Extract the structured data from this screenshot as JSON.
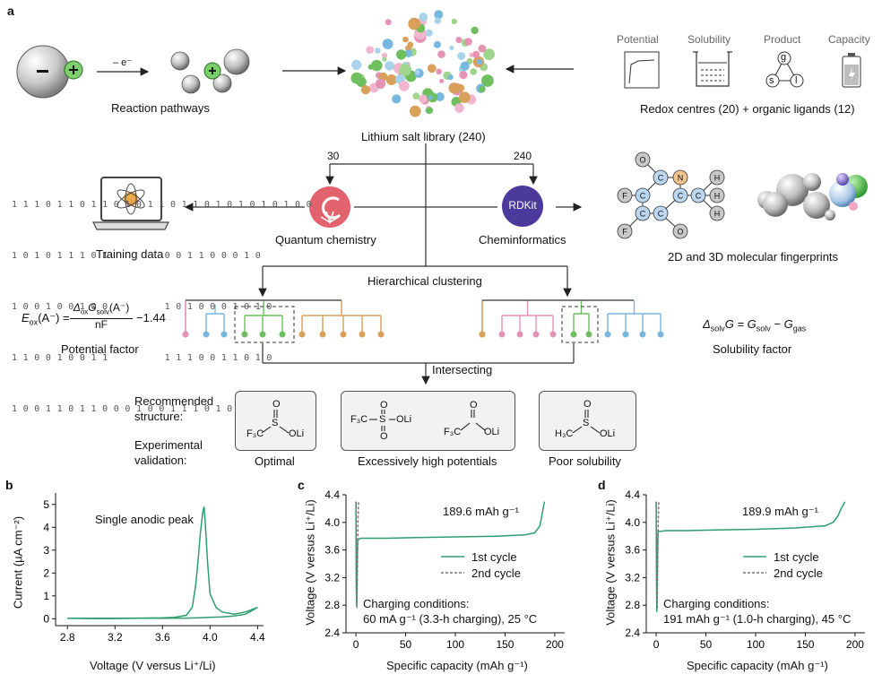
{
  "panel_a": {
    "letter": "a",
    "reaction_pathways": "Reaction pathways",
    "minus_e": "– e⁻",
    "minus_sign": "−",
    "plus_sign": "+",
    "library_label": "Lithium salt library (240)",
    "props": [
      "Potential",
      "Solubility",
      "Product",
      "Capacity"
    ],
    "product_letters": [
      "g",
      "s",
      "l"
    ],
    "redox_label": "Redox centres (20) + organic ligands (12)",
    "n_qc": "30",
    "n_rdkit": "240",
    "rdkit_logo": "RDKit",
    "quantum_chemistry": "Quantum chemistry",
    "cheminformatics": "Cheminformatics",
    "training_data": "Training data",
    "binary_rows": [
      "1 1 1 0 1 1 0 1 1 0 1 0 1 1 0 1 1 0 1 0 1 0 1 0 1 0 0",
      "1 0 1 0 1 1 1 0 1          0 0 1 1 0 0 0 1 0",
      "1 0 0 1 0 0 1 0 0          1 0 1 0 0 0 1 0 1 0",
      "1 1 0 0 1 0 0 1 1          1 1 1 0 0 1 1 0 1 0",
      "1 0 0 1 1 0 1 1 0 0 0 1 0 0 1 1 1 0 1 0 1 0 1 1 1 0"
    ],
    "fingerprint_label": "2D and 3D molecular fingerprints",
    "molecule_atoms": [
      "O",
      "C",
      "N",
      "F",
      "C",
      "C",
      "H",
      "H",
      "C",
      "C",
      "C",
      "H",
      "F",
      "O"
    ],
    "hierarchical_clustering": "Hierarchical clustering",
    "potential_eq": {
      "lhs": "E",
      "lhs_sub": "ox",
      "lhs_arg": "(A⁻) =",
      "num": "Δ",
      "num_sub": "ox",
      "num_g": "G",
      "num_g_sub": "solv",
      "num_arg": "(A⁻)",
      "den": "nF",
      "tail": "−1.44"
    },
    "potential_factor": "Potential factor",
    "solubility_eq": {
      "a": "Δ",
      "a_sub": "solv",
      "b": "G = G",
      "b_sub": "solv",
      "c": " − G",
      "c_sub": "gas"
    },
    "solubility_factor": "Solubility factor",
    "intersecting": "Intersecting",
    "recommended": "Recommended",
    "structure": "structure:",
    "experimental": "Experimental",
    "validation": "validation:",
    "optimal": "Optimal",
    "excessive": "Excessively high potentials",
    "poor": "Poor solubility",
    "struct_texts": {
      "opt_o": "O",
      "opt_s": "S",
      "opt_f3c": "F₃C",
      "opt_oli": "OLi",
      "ex1_o1": "O",
      "ex1_s": "S",
      "ex1_f3c": "F₃C",
      "ex1_oli": "OLi",
      "ex1_o2": "O",
      "ex2_o": "O",
      "ex2_f3c": "F₃C",
      "ex2_oli": "OLi",
      "poor_o": "O",
      "poor_s": "S",
      "poor_h3c": "H₃C",
      "poor_oli": "OLi"
    },
    "colors": {
      "green": "#6fbf5f",
      "pink": "#e493b5",
      "blue": "#76b8de",
      "orange": "#d8a05a",
      "teal": "#2f9e6e"
    }
  },
  "panel_b": {
    "letter": "b",
    "annotation": "Single anodic peak",
    "xlabel": "Voltage (V versus Li⁺/Li)",
    "ylabel": "Current (µA cm⁻²)",
    "xticks": [
      "2.8",
      "3.2",
      "3.6",
      "4.0",
      "4.4"
    ],
    "yticks": [
      "0",
      "1",
      "2",
      "3",
      "4",
      "5"
    ]
  },
  "panel_c": {
    "letter": "c",
    "capacity": "189.6 mAh g⁻¹",
    "cond1": "Charging conditions:",
    "cond2": "60 mA g⁻¹ (3.3-h charging), 25 °C",
    "legend": [
      "1st cycle",
      "2nd cycle"
    ],
    "xlabel": "Specific capacity (mAh g⁻¹)",
    "ylabel": "Voltage (V versus Li⁺/Li)",
    "xticks": [
      "0",
      "50",
      "100",
      "150",
      "200"
    ],
    "yticks": [
      "2.4",
      "2.8",
      "3.2",
      "3.6",
      "4.0",
      "4.4"
    ]
  },
  "panel_d": {
    "letter": "d",
    "capacity": "189.9 mAh g⁻¹",
    "cond1": "Charging conditions:",
    "cond2": "191 mAh g⁻¹ (1.0-h charging), 45 °C",
    "legend": [
      "1st cycle",
      "2nd cycle"
    ],
    "xlabel": "Specific capacity (mAh g⁻¹)",
    "ylabel": "Voltage (V versus Li⁺/Li)",
    "xticks": [
      "0",
      "50",
      "100",
      "150",
      "200"
    ],
    "yticks": [
      "2.4",
      "2.8",
      "3.2",
      "3.6",
      "4.0",
      "4.4"
    ]
  },
  "chart_data": [
    {
      "type": "line",
      "panel": "b",
      "xlabel": "Voltage (V versus Li⁺/Li)",
      "ylabel": "Current (µA cm⁻²)",
      "xlim": [
        2.7,
        4.45
      ],
      "ylim": [
        -0.3,
        5.5
      ],
      "series": [
        {
          "x": [
            2.8,
            3.0,
            3.2,
            3.4,
            3.6,
            3.7,
            3.8,
            3.85,
            3.88,
            3.9,
            3.92,
            3.94,
            3.95,
            3.96,
            3.98,
            4.0,
            4.05,
            4.1,
            4.2,
            4.3,
            4.4
          ],
          "y": [
            0.02,
            0.02,
            0.02,
            0.03,
            0.04,
            0.06,
            0.15,
            0.5,
            1.5,
            2.6,
            3.8,
            4.7,
            4.9,
            4.2,
            2.4,
            1.1,
            0.5,
            0.3,
            0.2,
            0.3,
            0.5
          ]
        },
        {
          "x": [
            4.4,
            4.3,
            4.2,
            4.1,
            4.0,
            3.9,
            3.8,
            3.6,
            3.4,
            3.2,
            3.0,
            2.8
          ],
          "y": [
            0.5,
            0.2,
            0.12,
            0.08,
            0.06,
            0.04,
            0.03,
            0.02,
            0.02,
            0.01,
            0.01,
            0.02
          ]
        }
      ]
    },
    {
      "type": "line",
      "panel": "c",
      "xlabel": "Specific capacity (mAh g⁻¹)",
      "ylabel": "Voltage (V versus Li⁺/Li)",
      "xlim": [
        -10,
        210
      ],
      "ylim": [
        2.4,
        4.4
      ],
      "series": [
        {
          "name": "1st cycle",
          "x": [
            0,
            0.3,
            0.6,
            1.0,
            1.4,
            1.8,
            3,
            5,
            10,
            30,
            60,
            100,
            140,
            170,
            180,
            185,
            187,
            189.6
          ],
          "y": [
            4.3,
            3.2,
            2.8,
            3.0,
            3.5,
            3.73,
            3.76,
            3.77,
            3.77,
            3.77,
            3.78,
            3.79,
            3.8,
            3.82,
            3.85,
            3.95,
            4.1,
            4.3
          ]
        },
        {
          "name": "2nd cycle",
          "x": [
            0,
            0.5,
            1.0,
            1.5,
            2.0,
            2.6
          ],
          "y": [
            4.3,
            3.2,
            2.75,
            3.4,
            4.0,
            4.3
          ]
        }
      ]
    },
    {
      "type": "line",
      "panel": "d",
      "xlabel": "Specific capacity (mAh g⁻¹)",
      "ylabel": "Voltage (V versus Li⁺/Li)",
      "xlim": [
        -10,
        210
      ],
      "ylim": [
        2.4,
        4.4
      ],
      "series": [
        {
          "name": "1st cycle",
          "x": [
            0,
            0.3,
            0.6,
            1.0,
            1.4,
            1.8,
            3,
            5,
            10,
            30,
            60,
            100,
            140,
            170,
            178,
            183,
            186,
            189.9
          ],
          "y": [
            4.3,
            3.2,
            2.7,
            3.1,
            3.6,
            3.86,
            3.87,
            3.87,
            3.88,
            3.88,
            3.89,
            3.9,
            3.92,
            3.95,
            4.0,
            4.1,
            4.2,
            4.3
          ]
        },
        {
          "name": "2nd cycle",
          "x": [
            0,
            0.5,
            1.0,
            1.5,
            2.0,
            2.6
          ],
          "y": [
            4.3,
            3.2,
            2.75,
            3.4,
            4.0,
            4.3
          ]
        }
      ]
    }
  ]
}
